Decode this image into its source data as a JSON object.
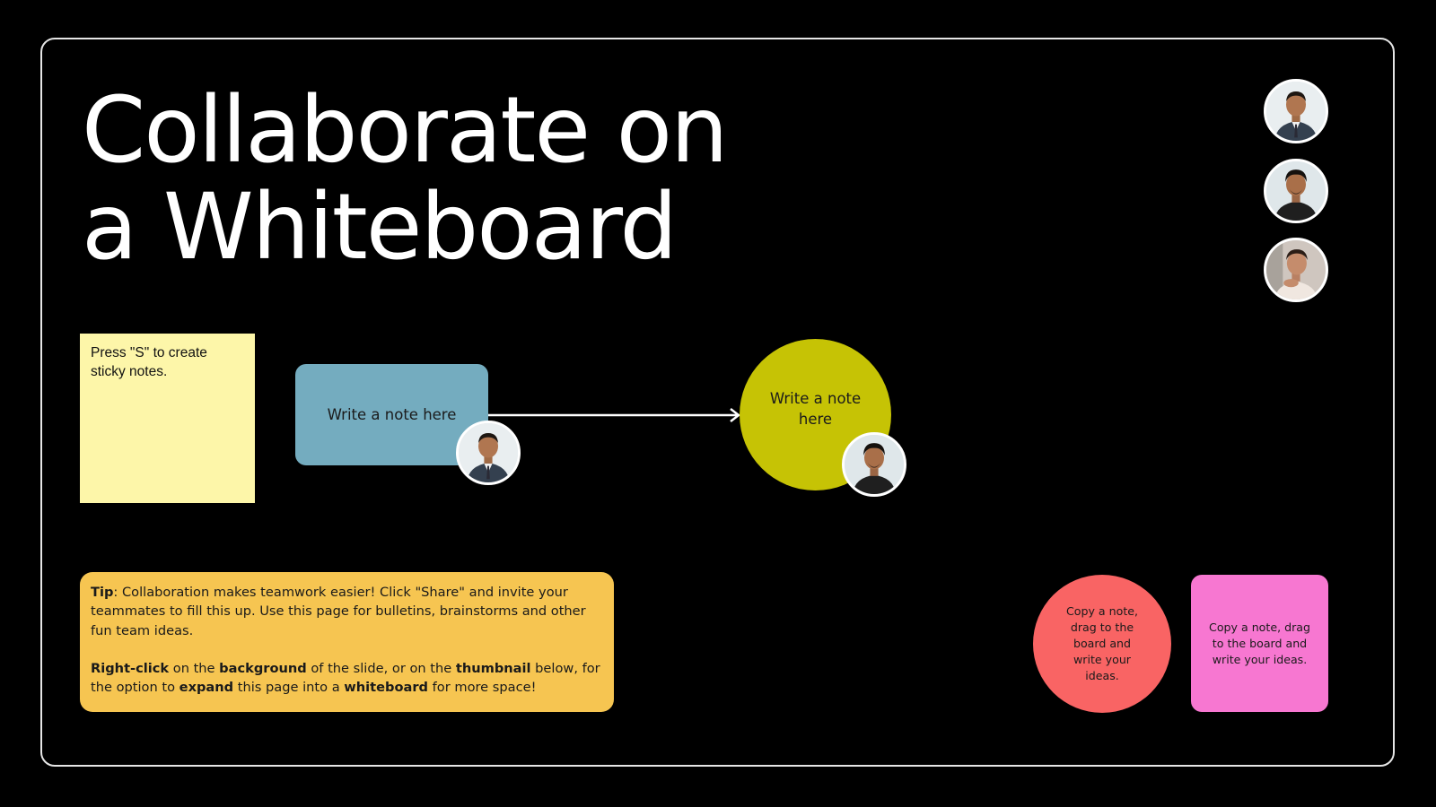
{
  "title": {
    "line1": "Collaborate on",
    "line2": "a Whiteboard"
  },
  "avatars": [
    {
      "name": "teammate-1",
      "accent": "#34404f"
    },
    {
      "name": "teammate-2",
      "accent": "#1f1f1f"
    },
    {
      "name": "teammate-3",
      "accent": "#e8ddd4"
    }
  ],
  "sticky_note": {
    "text": "Press \"S\" to create sticky notes.",
    "color": "#fdf6a9"
  },
  "blue_note": {
    "text": "Write a note here",
    "color": "#74acbf"
  },
  "green_circle": {
    "text": "Write a note here",
    "color": "#c6c305"
  },
  "tip": {
    "label": "Tip",
    "text": ": Collaboration makes teamwork easier! Click \"Share\" and invite your teammates to fill this up. Use this page for bulletins, brainstorms and other fun team ideas.",
    "p2": {
      "t1": "Right-click",
      "t2": " on the ",
      "t3": "background",
      "t4": " of the slide, or on the ",
      "t5": "thumbnail",
      "t6": " below, for the option to ",
      "t7": "expand",
      "t8": " this page into a ",
      "t9": "whiteboard",
      "t10": " for more space!"
    },
    "color": "#f6c551"
  },
  "red_circle": {
    "text": "Copy a note, drag to the board and write your ideas.",
    "color": "#f96464"
  },
  "pink_note": {
    "text": "Copy a note, drag to the board and write your ideas.",
    "color": "#f777d1"
  },
  "colors": {
    "background": "#000000",
    "frame_border": "#e6e6e6",
    "title": "#ffffff",
    "arrow": "#ffffff"
  }
}
